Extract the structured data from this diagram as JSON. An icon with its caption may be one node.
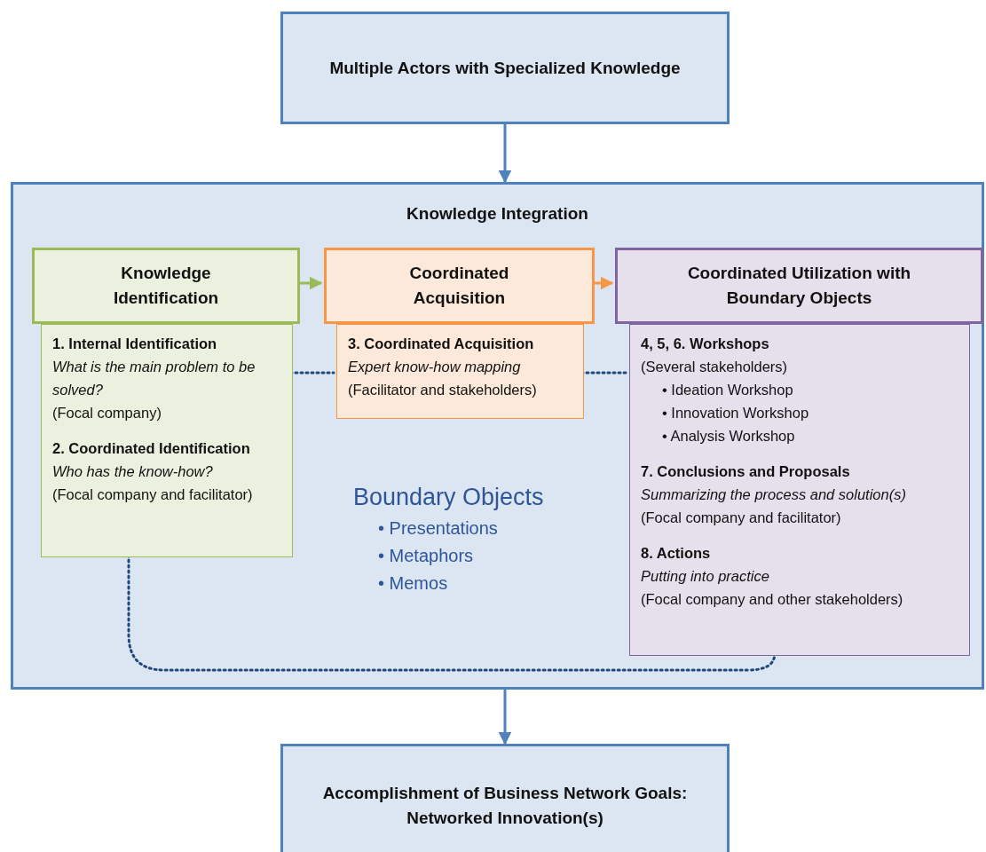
{
  "diagram": {
    "nodes": [
      {
        "text": [
          "Multiple Actors with Specialized Knowledge"
        ]
      },
      {
        "text": [
          "Knowledge Integration"
        ]
      },
      {
        "text": [
          "Knowledge Identification"
        ],
        "in": 1
      },
      {
        "text": [
          "Coordinated Acquisition"
        ],
        "in": 1
      },
      {
        "text": [
          "Coordinated Utilization with Boundary Objects"
        ],
        "in": 1
      },
      {
        "text": [
          "1. Internal Identification",
          "What is the main problem to be solved?",
          "(Focal company)",
          "2. Coordinated Identification",
          "Who has the know-how?",
          "(Focal company and facilitator)"
        ],
        "in": 1
      },
      {
        "text": [
          "3. Coordinated Acquisition",
          "Expert know-how mapping",
          "(Facilitator and stakeholders)"
        ],
        "in": 1
      },
      {
        "text": [
          "4, 5, 6. Workshops",
          "(Several stakeholders)",
          "• Ideation Workshop",
          "• Innovation Workshop",
          "• Analysis Workshop",
          "7. Conclusions and Proposals",
          "Summarizing the process and solution(s)",
          "(Focal company and facilitator)",
          "8. Actions",
          "Putting into practice",
          "(Focal company and other stakeholders)"
        ],
        "in": 1
      },
      {
        "text": [
          "Accomplishment of Business Network Goals: Networked Innovation(s)"
        ]
      }
    ],
    "edges": [
      {
        "from": 0,
        "to": 1,
        "arrow": "to",
        "color": "#4f81bd"
      },
      {
        "from": 2,
        "to": 3,
        "arrow": "to",
        "color": "#9bbb59"
      },
      {
        "from": 3,
        "to": 4,
        "arrow": "to",
        "color": "#f79646"
      },
      {
        "from": 5,
        "to": 6,
        "arrow": "none",
        "style": "dashed"
      },
      {
        "from": 6,
        "to": 7,
        "arrow": "none",
        "style": "dashed"
      },
      {
        "from": 5,
        "to": 7,
        "arrow": "none",
        "style": "dashed"
      },
      {
        "from": 1,
        "to": 8,
        "arrow": "to",
        "color": "#4f81bd"
      }
    ],
    "labels": [
      "Boundary Objects",
      "• Presentations",
      "• Metaphors",
      "• Memos"
    ]
  }
}
